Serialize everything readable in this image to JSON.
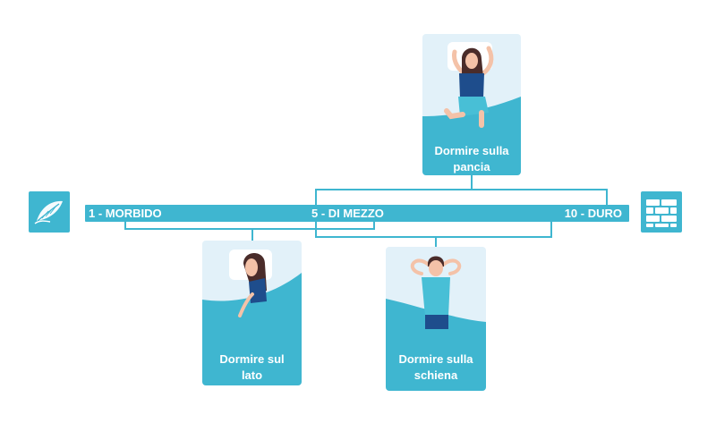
{
  "scale": {
    "soft_label": "1 - MORBIDO",
    "mid_label": "5 - DI MEZZO",
    "hard_label": "10 - DURO"
  },
  "icons": {
    "soft": "feather-icon",
    "hard": "brick-wall-icon"
  },
  "cards": {
    "stomach": {
      "line1": "Dormire sulla",
      "line2": "pancia"
    },
    "side": {
      "line1": "Dormire sul",
      "line2": "lato"
    },
    "back": {
      "line1": "Dormire sulla",
      "line2": "schiena"
    }
  },
  "colors": {
    "accent": "#3fb6d0",
    "card_bg": "#e2f1f9",
    "shirt": "#1e4d8c",
    "shorts": "#48bfd6",
    "hair": "#4a2c2a",
    "skin": "#f4c2a8"
  }
}
